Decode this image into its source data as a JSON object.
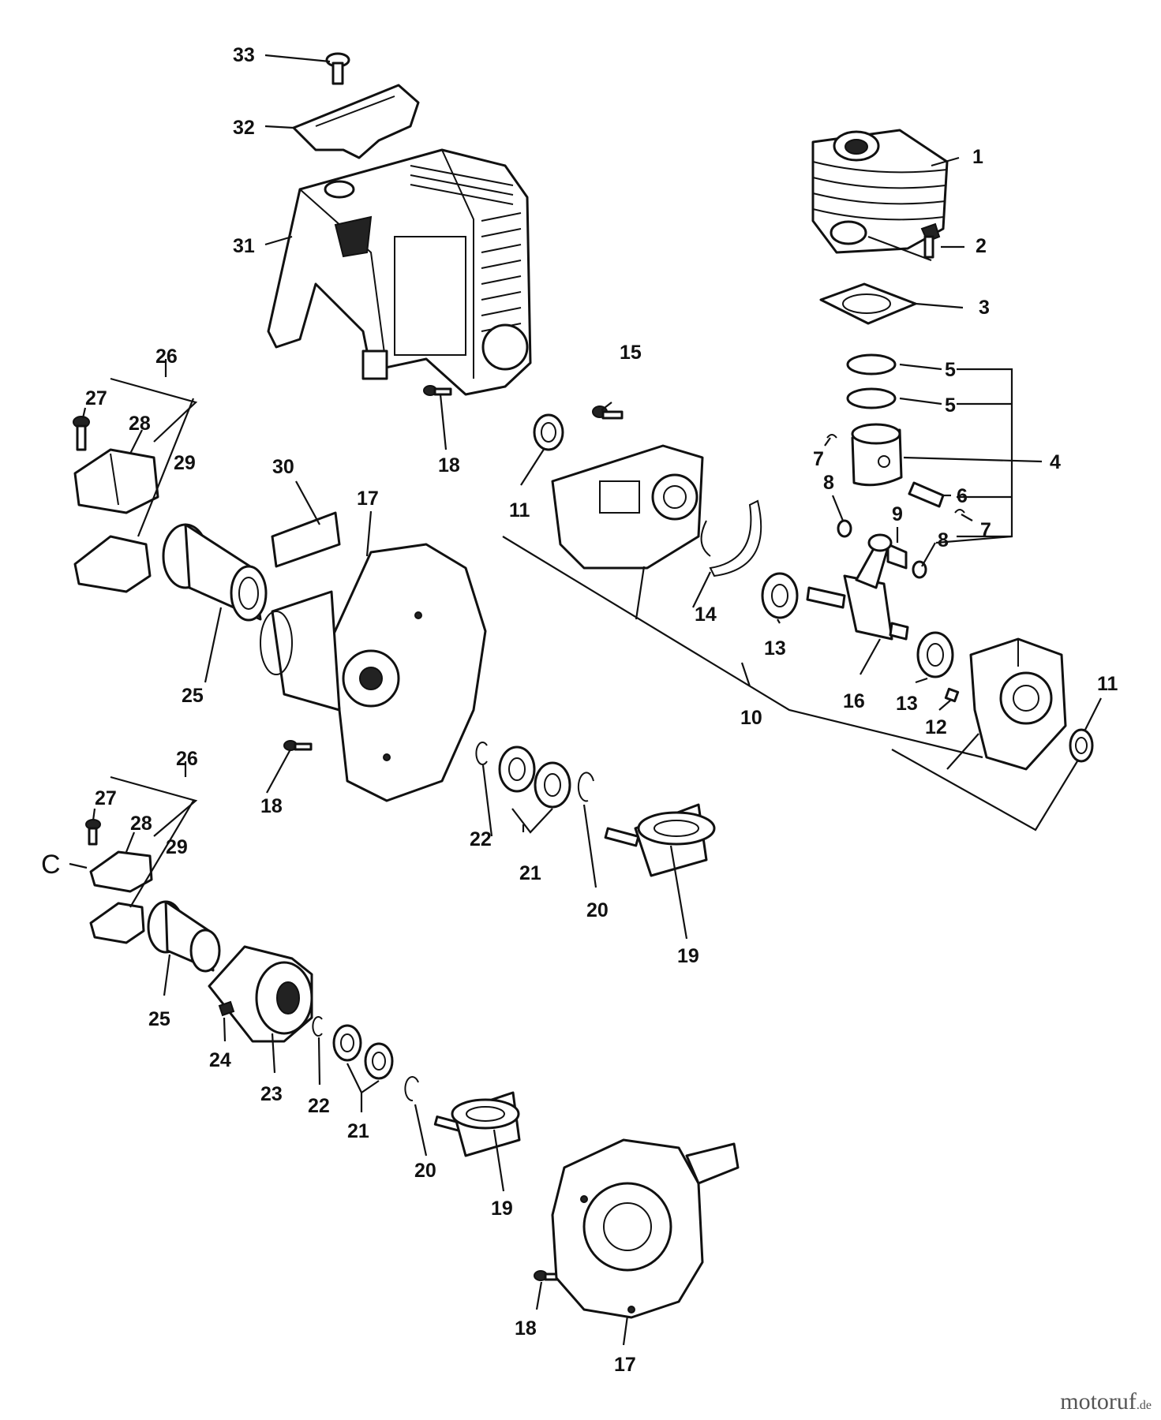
{
  "labels": [
    {
      "id": "1",
      "text": "1"
    },
    {
      "id": "2",
      "text": "2"
    },
    {
      "id": "3",
      "text": "3"
    },
    {
      "id": "4",
      "text": "4"
    },
    {
      "id": "5a",
      "text": "5"
    },
    {
      "id": "5b",
      "text": "5"
    },
    {
      "id": "6",
      "text": "6"
    },
    {
      "id": "7a",
      "text": "7"
    },
    {
      "id": "7b",
      "text": "7"
    },
    {
      "id": "8a",
      "text": "8"
    },
    {
      "id": "8b",
      "text": "8"
    },
    {
      "id": "9",
      "text": "9"
    },
    {
      "id": "10",
      "text": "10"
    },
    {
      "id": "11a",
      "text": "11"
    },
    {
      "id": "11b",
      "text": "11"
    },
    {
      "id": "12",
      "text": "12"
    },
    {
      "id": "13a",
      "text": "13"
    },
    {
      "id": "13b",
      "text": "13"
    },
    {
      "id": "14",
      "text": "14"
    },
    {
      "id": "15",
      "text": "15"
    },
    {
      "id": "16",
      "text": "16"
    },
    {
      "id": "17a",
      "text": "17"
    },
    {
      "id": "17b",
      "text": "17"
    },
    {
      "id": "18a",
      "text": "18"
    },
    {
      "id": "18b",
      "text": "18"
    },
    {
      "id": "18c",
      "text": "18"
    },
    {
      "id": "19a",
      "text": "19"
    },
    {
      "id": "19b",
      "text": "19"
    },
    {
      "id": "20a",
      "text": "20"
    },
    {
      "id": "20b",
      "text": "20"
    },
    {
      "id": "21a",
      "text": "21"
    },
    {
      "id": "21b",
      "text": "21"
    },
    {
      "id": "22a",
      "text": "22"
    },
    {
      "id": "22b",
      "text": "22"
    },
    {
      "id": "23",
      "text": "23"
    },
    {
      "id": "24",
      "text": "24"
    },
    {
      "id": "25a",
      "text": "25"
    },
    {
      "id": "25b",
      "text": "25"
    },
    {
      "id": "26a",
      "text": "26"
    },
    {
      "id": "26b",
      "text": "26"
    },
    {
      "id": "27a",
      "text": "27"
    },
    {
      "id": "27b",
      "text": "27"
    },
    {
      "id": "28a",
      "text": "28"
    },
    {
      "id": "28b",
      "text": "28"
    },
    {
      "id": "29a",
      "text": "29"
    },
    {
      "id": "29b",
      "text": "29"
    },
    {
      "id": "30",
      "text": "30"
    },
    {
      "id": "31",
      "text": "31"
    },
    {
      "id": "32",
      "text": "32"
    },
    {
      "id": "33",
      "text": "33"
    },
    {
      "id": "C",
      "text": "C"
    }
  ],
  "watermark": {
    "name": "motoruf",
    "tld": ".de"
  }
}
